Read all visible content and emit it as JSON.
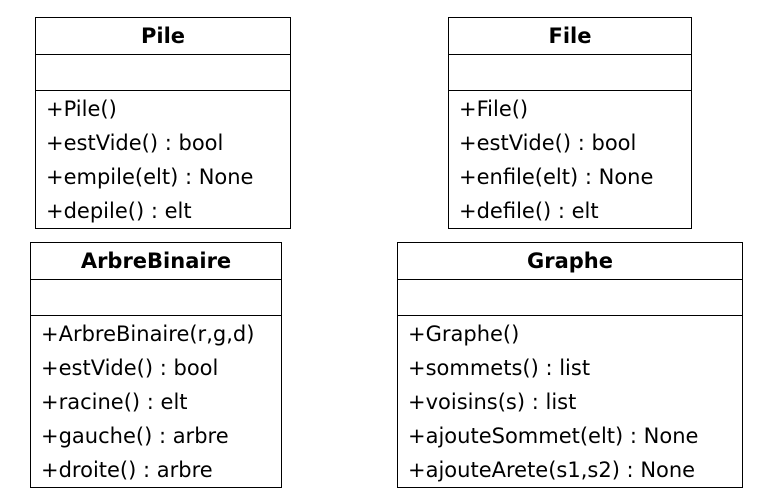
{
  "classes": [
    {
      "name": "Pile",
      "attributes": [],
      "methods": [
        "+Pile()",
        "+estVide() : bool",
        "+empile(elt) : None",
        "+depile() : elt"
      ]
    },
    {
      "name": "File",
      "attributes": [],
      "methods": [
        "+File()",
        "+estVide() : bool",
        "+enfile(elt) : None",
        "+defile() : elt"
      ]
    },
    {
      "name": "ArbreBinaire",
      "attributes": [],
      "methods": [
        "+ArbreBinaire(r,g,d)",
        "+estVide() : bool",
        "+racine() : elt",
        "+gauche() : arbre",
        "+droite() : arbre"
      ]
    },
    {
      "name": "Graphe",
      "attributes": [],
      "methods": [
        "+Graphe()",
        "+sommets() : list",
        "+voisins(s) : list",
        "+ajouteSommet(elt) : None",
        "+ajouteArete(s1,s2) : None"
      ]
    }
  ]
}
